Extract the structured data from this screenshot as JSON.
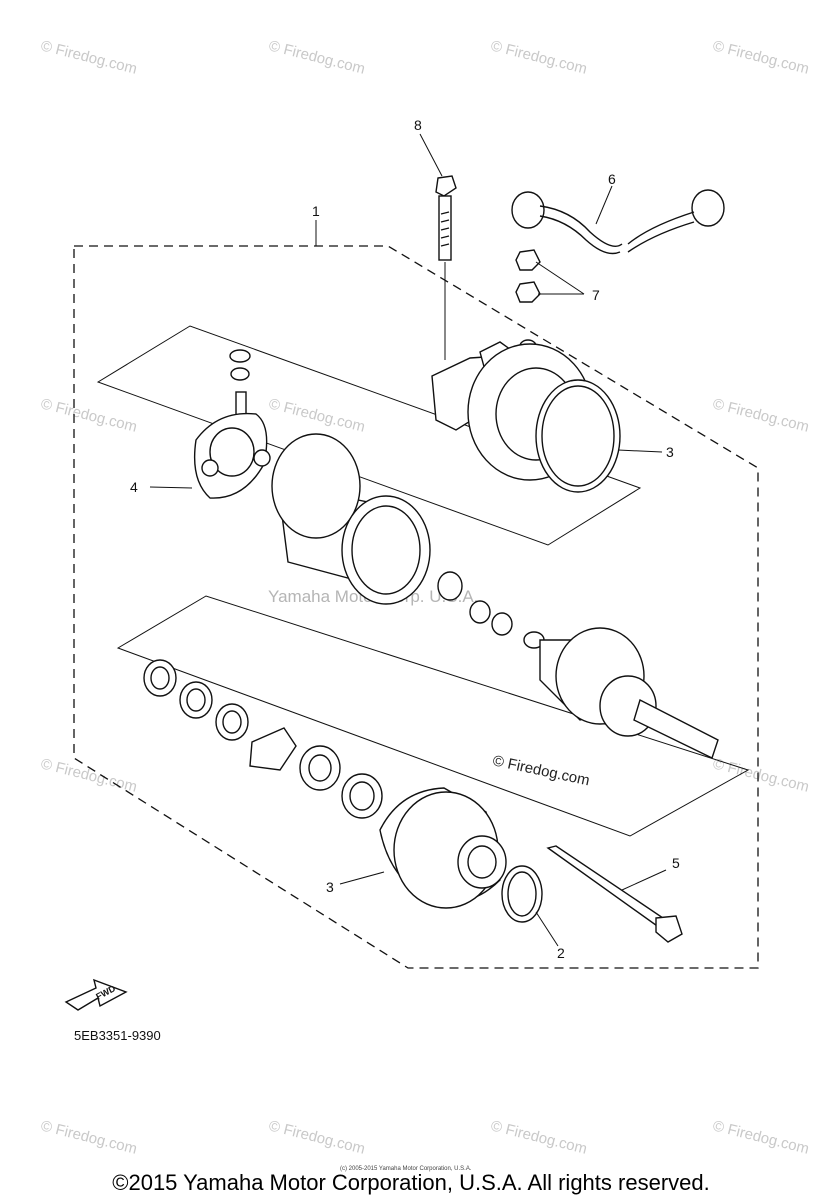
{
  "watermarks": {
    "site": "© Firedog.com",
    "center": "Yamaha Motor Corp. U.S.A.",
    "inline": "© Firedog.com"
  },
  "callouts": {
    "c1": "1",
    "c2": "2",
    "c3a": "3",
    "c3b": "3",
    "c4": "4",
    "c5": "5",
    "c6": "6",
    "c7": "7",
    "c8": "8"
  },
  "part_code": "5EB3351-9390",
  "fwd_label": "FWD",
  "small_copyright": "(c) 2005-2015 Yamaha Motor Corporation, U.S.A.",
  "footer_copyright": "©2015 Yamaha Motor Corporation, U.S.A. All rights reserved."
}
